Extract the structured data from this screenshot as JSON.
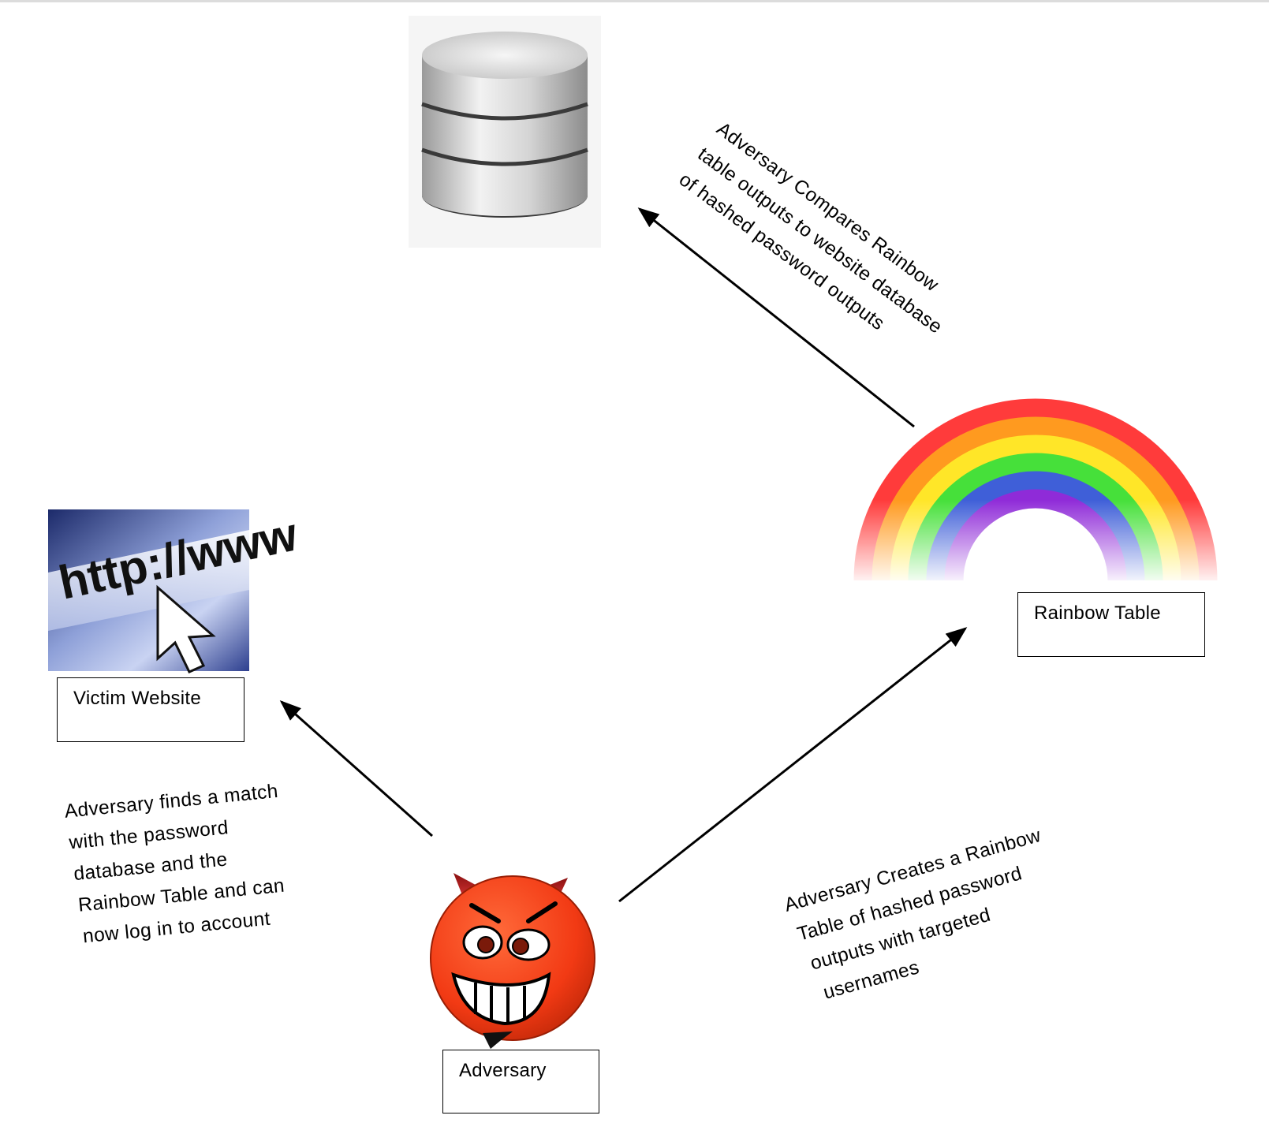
{
  "nodes": {
    "database": {
      "icon": "database-icon"
    },
    "victim_website": {
      "icon": "browser-url-icon",
      "url_text": "http://www",
      "label": "Victim Website"
    },
    "rainbow_table": {
      "icon": "rainbow-icon",
      "label": "Rainbow Table"
    },
    "adversary": {
      "icon": "devil-face-icon",
      "label": "Adversary"
    }
  },
  "captions": {
    "compare": [
      "Adversary Compares Rainbow",
      "table outputs to website database",
      "of hashed password outputs"
    ],
    "match": [
      "Adversary finds a match",
      "with the password",
      "database and the",
      "Rainbow Table and can",
      "now log in to account"
    ],
    "create": [
      "Adversary Creates a Rainbow",
      "Table of hashed password",
      "outputs with targeted",
      "usernames"
    ]
  },
  "colors": {
    "rainbow": [
      "#ff3b3b",
      "#ff9a1f",
      "#ffe628",
      "#46e03a",
      "#3f5fd8",
      "#8f2bd8"
    ],
    "devil_face": "#f23a14",
    "arrow": "#000000"
  }
}
